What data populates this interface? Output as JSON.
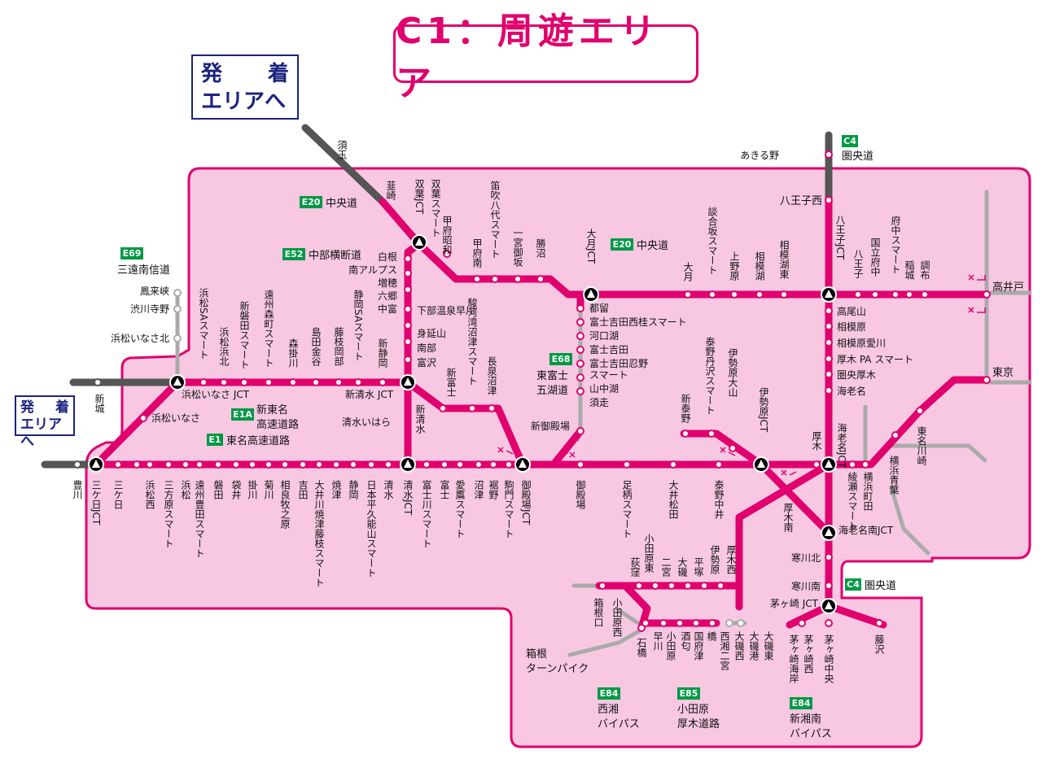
{
  "title": "C1：周遊エリア",
  "area_box": {
    "line1a": "発",
    "line1b": "着",
    "line2": "エリアへ"
  },
  "area_box_small": {
    "line1a": "発",
    "line1b": "着",
    "line2": "エリアへ"
  },
  "route_badges": [
    {
      "id": "e20-west",
      "code": "E20",
      "name": "中央道"
    },
    {
      "id": "e52",
      "code": "E52",
      "name": "中部横断道"
    },
    {
      "id": "e69",
      "code": "E69",
      "name": "三遠南信道"
    },
    {
      "id": "e1a",
      "code": "E1A",
      "name": "新東名\n高速道路"
    },
    {
      "id": "e1",
      "code": "E1",
      "name": "東名高速道路"
    },
    {
      "id": "e68",
      "code": "E68",
      "name": "東富士\n五湖道"
    },
    {
      "id": "e20-east",
      "code": "E20",
      "name": "中央道"
    },
    {
      "id": "c4-north",
      "code": "C4",
      "name": "圏央道"
    },
    {
      "id": "c4-south",
      "code": "C4",
      "name": "圏央道"
    },
    {
      "id": "e84-west",
      "code": "E84",
      "name": "西湘\nバイパス"
    },
    {
      "id": "e85",
      "code": "E85",
      "name": "小田原\n厚木道路"
    },
    {
      "id": "e84-east",
      "code": "E84",
      "name": "新湘南\nバイパス"
    }
  ],
  "labels": [
    {
      "id": "l1",
      "text": "須玉"
    },
    {
      "id": "l2",
      "text": "韮崎"
    },
    {
      "id": "l3",
      "text": "双葉JCT"
    },
    {
      "id": "l4",
      "text": "双葉スマート"
    },
    {
      "id": "l5",
      "text": "甲府昭和"
    },
    {
      "id": "l6",
      "text": "甲府南"
    },
    {
      "id": "l7",
      "text": "笛吹八代スマート"
    },
    {
      "id": "l8",
      "text": "一宮御坂"
    },
    {
      "id": "l9",
      "text": "勝沼"
    },
    {
      "id": "l10",
      "text": "大月JCT"
    },
    {
      "id": "l11",
      "text": "大月"
    },
    {
      "id": "l12",
      "text": "談合坂スマート"
    },
    {
      "id": "l13",
      "text": "上野原"
    },
    {
      "id": "l14",
      "text": "相模湖"
    },
    {
      "id": "l15",
      "text": "相模湖東"
    },
    {
      "id": "l16",
      "text": "八王子JCT"
    },
    {
      "id": "l17",
      "text": "八王子"
    },
    {
      "id": "l18",
      "text": "国立府中"
    },
    {
      "id": "l19",
      "text": "府中スマート"
    },
    {
      "id": "l20",
      "text": "稲城"
    },
    {
      "id": "l21",
      "text": "調布"
    },
    {
      "id": "l22",
      "text": "高井戸"
    },
    {
      "id": "l23",
      "text": "あきる野"
    },
    {
      "id": "l24",
      "text": "八王子西"
    },
    {
      "id": "l25",
      "text": "白根"
    },
    {
      "id": "l26",
      "text": "南アルプス"
    },
    {
      "id": "l27",
      "text": "増穂"
    },
    {
      "id": "l28",
      "text": "六郷"
    },
    {
      "id": "l29",
      "text": "中富"
    },
    {
      "id": "l30",
      "text": "下部温泉早川"
    },
    {
      "id": "l31",
      "text": "身延山"
    },
    {
      "id": "l32",
      "text": "南部"
    },
    {
      "id": "l33",
      "text": "富沢"
    },
    {
      "id": "l34",
      "text": "鳳来峡"
    },
    {
      "id": "l35",
      "text": "渋川寺野"
    },
    {
      "id": "l36",
      "text": "浜松いなさ北"
    },
    {
      "id": "l37",
      "text": "新城"
    },
    {
      "id": "l38",
      "text": "浜松SAスマート"
    },
    {
      "id": "l39",
      "text": "浜松浜北"
    },
    {
      "id": "l40",
      "text": "新磐田スマート"
    },
    {
      "id": "l41",
      "text": "遠州森町スマート"
    },
    {
      "id": "l42",
      "text": "森掛川"
    },
    {
      "id": "l43",
      "text": "島田金谷"
    },
    {
      "id": "l44",
      "text": "藤枝岡部"
    },
    {
      "id": "l45",
      "text": "静岡SAスマート"
    },
    {
      "id": "l46",
      "text": "新静岡"
    },
    {
      "id": "l47",
      "text": "浜松いなさ JCT"
    },
    {
      "id": "l48",
      "text": "新清水 JCT"
    },
    {
      "id": "l49",
      "text": "浜松いなさ"
    },
    {
      "id": "l50",
      "text": "清水いはら"
    },
    {
      "id": "l51",
      "text": "新清水"
    },
    {
      "id": "l52",
      "text": "新富士"
    },
    {
      "id": "l53",
      "text": "駿河湾沼津スマート"
    },
    {
      "id": "l54",
      "text": "長泉沼津"
    },
    {
      "id": "l55",
      "text": "新御殿場"
    },
    {
      "id": "l56",
      "text": "都留"
    },
    {
      "id": "l57",
      "text": "富士吉田西桂スマート"
    },
    {
      "id": "l58",
      "text": "河口湖"
    },
    {
      "id": "l59",
      "text": "富士吉田"
    },
    {
      "id": "l60",
      "text": "富士吉田忍野"
    },
    {
      "id": "l61",
      "text": "スマート"
    },
    {
      "id": "l62",
      "text": "山中湖"
    },
    {
      "id": "l63",
      "text": "須走"
    },
    {
      "id": "l64",
      "text": "高尾山"
    },
    {
      "id": "l65",
      "text": "相模原"
    },
    {
      "id": "l66",
      "text": "相模原愛川"
    },
    {
      "id": "l67",
      "text": "厚木 PA スマート"
    },
    {
      "id": "l68",
      "text": "圏央厚木"
    },
    {
      "id": "l69",
      "text": "海老名"
    },
    {
      "id": "l70",
      "text": "東京"
    },
    {
      "id": "l71",
      "text": "泰野丹沢スマート"
    },
    {
      "id": "l72",
      "text": "伊勢原大山"
    },
    {
      "id": "l73",
      "text": "伊勢原JCT"
    },
    {
      "id": "l74",
      "text": "新泰野"
    },
    {
      "id": "l75",
      "text": "厚木"
    },
    {
      "id": "l76",
      "text": "海老名JCT"
    },
    {
      "id": "l77",
      "text": "東名川崎"
    },
    {
      "id": "l78",
      "text": "横浜青葉"
    },
    {
      "id": "l79",
      "text": "豊川"
    },
    {
      "id": "l80",
      "text": "三ケ日JCT"
    },
    {
      "id": "l81",
      "text": "三ケ日"
    },
    {
      "id": "l82",
      "text": "浜松西"
    },
    {
      "id": "l83",
      "text": "三方原スマート"
    },
    {
      "id": "l84",
      "text": "浜松"
    },
    {
      "id": "l85",
      "text": "遠州豊田スマート"
    },
    {
      "id": "l86",
      "text": "磐田"
    },
    {
      "id": "l87",
      "text": "袋井"
    },
    {
      "id": "l88",
      "text": "掛川"
    },
    {
      "id": "l89",
      "text": "菊川"
    },
    {
      "id": "l90",
      "text": "相良牧之原"
    },
    {
      "id": "l91",
      "text": "吉田"
    },
    {
      "id": "l92",
      "text": "大井川焼津藤枝スマート"
    },
    {
      "id": "l93",
      "text": "焼津"
    },
    {
      "id": "l94",
      "text": "静岡"
    },
    {
      "id": "l95",
      "text": "日本平久能山スマート"
    },
    {
      "id": "l96",
      "text": "清水"
    },
    {
      "id": "l97",
      "text": "清水JCT"
    },
    {
      "id": "l98",
      "text": "富士"
    },
    {
      "id": "l99",
      "text": "富士川スマート"
    },
    {
      "id": "l100",
      "text": "愛鷹スマート"
    },
    {
      "id": "l101",
      "text": "沼津"
    },
    {
      "id": "l102",
      "text": "裾野"
    },
    {
      "id": "l103",
      "text": "駒門スマート"
    },
    {
      "id": "l104",
      "text": "御殿場JCT"
    },
    {
      "id": "l105",
      "text": "御殿場"
    },
    {
      "id": "l106",
      "text": "足柄スマート"
    },
    {
      "id": "l107",
      "text": "大井松田"
    },
    {
      "id": "l108",
      "text": "泰野中井"
    },
    {
      "id": "l109",
      "text": "厚木南"
    },
    {
      "id": "l110",
      "text": "綾瀬スマート"
    },
    {
      "id": "l111",
      "text": "横浜町田"
    },
    {
      "id": "l112",
      "text": "海老名南JCT"
    },
    {
      "id": "l113",
      "text": "寒川北"
    },
    {
      "id": "l114",
      "text": "寒川南"
    },
    {
      "id": "l115",
      "text": "茅ヶ崎 JCT"
    },
    {
      "id": "l116",
      "text": "茅ヶ崎中央"
    },
    {
      "id": "l117",
      "text": "藤沢"
    },
    {
      "id": "l118",
      "text": "茅ヶ崎海岸"
    },
    {
      "id": "l119",
      "text": "茅ヶ崎西"
    },
    {
      "id": "l120",
      "text": "小田原東"
    },
    {
      "id": "l121",
      "text": "荻窪"
    },
    {
      "id": "l122",
      "text": "二宮"
    },
    {
      "id": "l123",
      "text": "大磯"
    },
    {
      "id": "l124",
      "text": "平塚"
    },
    {
      "id": "l125",
      "text": "伊勢原"
    },
    {
      "id": "l126",
      "text": "厚木西"
    },
    {
      "id": "l127",
      "text": "箱根口"
    },
    {
      "id": "l128",
      "text": "小田原西"
    },
    {
      "id": "l129",
      "text": "石橋"
    },
    {
      "id": "l130",
      "text": "早川"
    },
    {
      "id": "l131",
      "text": "小田原"
    },
    {
      "id": "l132",
      "text": "酒匂"
    },
    {
      "id": "l133",
      "text": "国府津"
    },
    {
      "id": "l134",
      "text": "橋"
    },
    {
      "id": "l135",
      "text": "西湘二宮"
    },
    {
      "id": "l136",
      "text": "大磯西"
    },
    {
      "id": "l137",
      "text": "大磯港"
    },
    {
      "id": "l138",
      "text": "大磯東"
    },
    {
      "id": "l139",
      "text": "箱根\nターンパイク"
    }
  ]
}
